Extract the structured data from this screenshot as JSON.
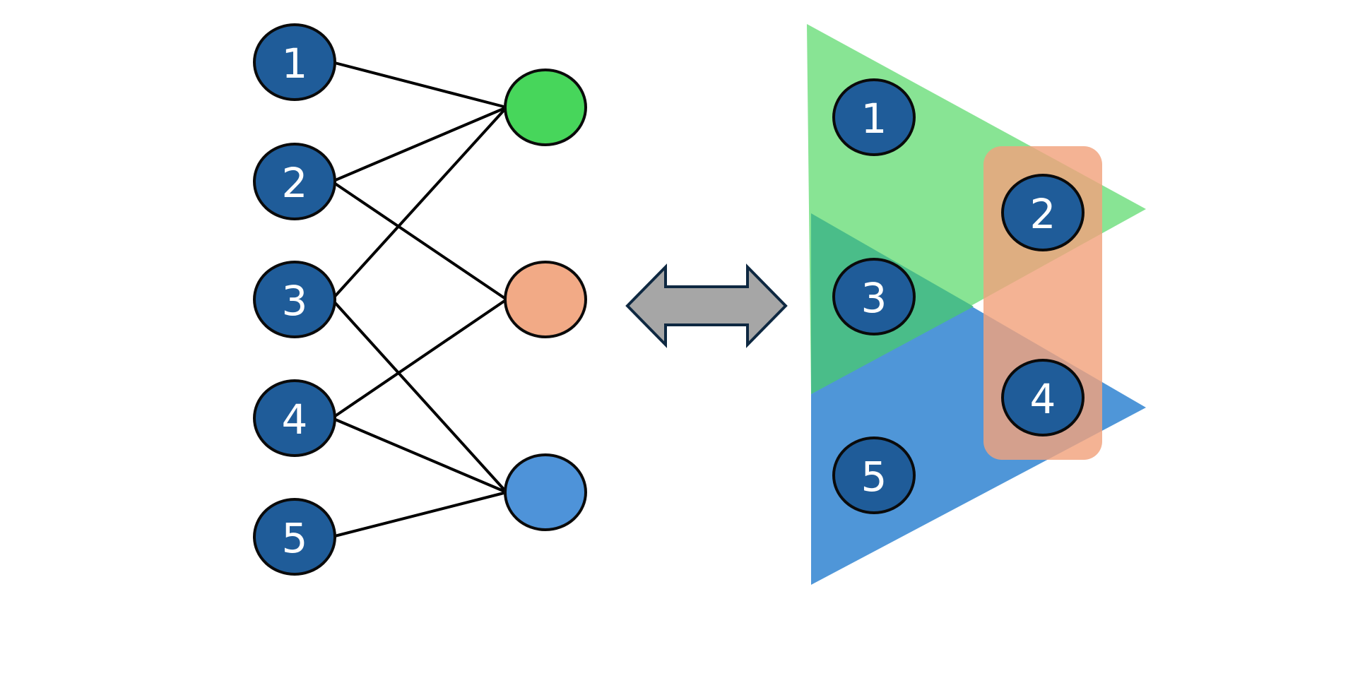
{
  "colors": {
    "node_fill": "#1f5c99",
    "node_stroke": "#0a0a0a",
    "edge": "#000000",
    "green": "#47d65b",
    "salmon": "#f2aa86",
    "blue": "#4e93d9",
    "green_region": "#88e494",
    "blue_region": "#4f96d8",
    "overlap_region": "#4abd89",
    "salmon_region": "#f2a27d",
    "arrow_fill": "#a6a6a6",
    "arrow_stroke": "#0e2841"
  },
  "left_graph": {
    "vertices": [
      {
        "id": "1",
        "label": "1"
      },
      {
        "id": "2",
        "label": "2"
      },
      {
        "id": "3",
        "label": "3"
      },
      {
        "id": "4",
        "label": "4"
      },
      {
        "id": "5",
        "label": "5"
      }
    ],
    "hyperedge_nodes": [
      {
        "id": "green",
        "color": "green"
      },
      {
        "id": "salmon",
        "color": "salmon"
      },
      {
        "id": "blue",
        "color": "blue"
      }
    ],
    "edges": [
      [
        "1",
        "green"
      ],
      [
        "2",
        "green"
      ],
      [
        "3",
        "green"
      ],
      [
        "2",
        "salmon"
      ],
      [
        "4",
        "salmon"
      ],
      [
        "3",
        "blue"
      ],
      [
        "4",
        "blue"
      ],
      [
        "5",
        "blue"
      ]
    ]
  },
  "arrow": {
    "icon": "double-headed-arrow-icon"
  },
  "right_hypergraph": {
    "regions": [
      {
        "id": "green",
        "members": [
          "1",
          "2",
          "3"
        ]
      },
      {
        "id": "blue",
        "members": [
          "3",
          "4",
          "5"
        ]
      },
      {
        "id": "salmon",
        "members": [
          "2",
          "4"
        ]
      }
    ],
    "vertices": [
      {
        "id": "1",
        "label": "1"
      },
      {
        "id": "2",
        "label": "2"
      },
      {
        "id": "3",
        "label": "3"
      },
      {
        "id": "4",
        "label": "4"
      },
      {
        "id": "5",
        "label": "5"
      }
    ]
  }
}
